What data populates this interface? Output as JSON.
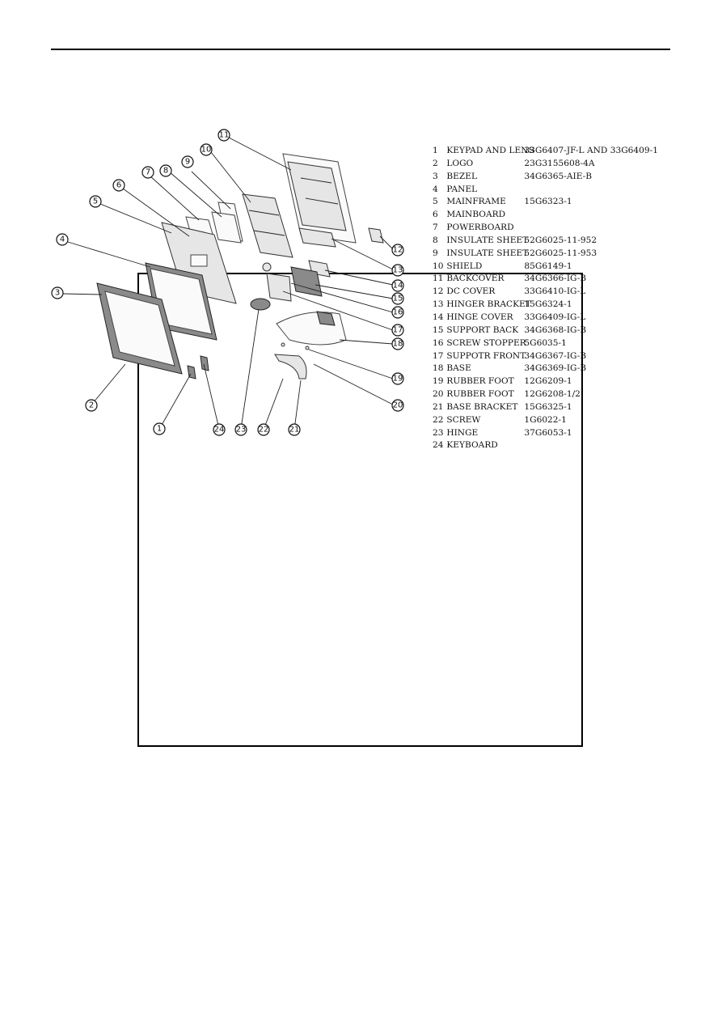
{
  "parts": [
    {
      "no": "1",
      "name": "KEYPAD AND LENS",
      "code": "33G6407-JF-L AND 33G6409-1"
    },
    {
      "no": "2",
      "name": "LOGO",
      "code": "23G3155608-4A"
    },
    {
      "no": "3",
      "name": "BEZEL",
      "code": "34G6365-AIE-B"
    },
    {
      "no": "4",
      "name": "PANEL",
      "code": ""
    },
    {
      "no": "5",
      "name": "MAINFRAME",
      "code": "15G6323-1"
    },
    {
      "no": "6",
      "name": "MAINBOARD",
      "code": ""
    },
    {
      "no": "7",
      "name": "POWERBOARD",
      "code": ""
    },
    {
      "no": "8",
      "name": "INSULATE SHEET",
      "code": "52G6025-11-952"
    },
    {
      "no": "9",
      "name": "INSULATE SHEET",
      "code": "52G6025-11-953"
    },
    {
      "no": "10",
      "name": "SHIELD",
      "code": "85G6149-1"
    },
    {
      "no": "11",
      "name": "BACKCOVER",
      "code": "34G6366-IG-B"
    },
    {
      "no": "12",
      "name": "DC COVER",
      "code": "33G6410-IG-L"
    },
    {
      "no": "13",
      "name": "HINGER BRACKET",
      "code": "15G6324-1"
    },
    {
      "no": "14",
      "name": "HINGE COVER",
      "code": "33G6409-IG-L"
    },
    {
      "no": "15",
      "name": "SUPPORT BACK",
      "code": "34G6368-IG-B"
    },
    {
      "no": "16",
      "name": "SCREW STOPPER",
      "code": "5G6035-1"
    },
    {
      "no": "17",
      "name": "SUPPOTR FRONT",
      "code": "34G6367-IG-B"
    },
    {
      "no": "18",
      "name": "BASE",
      "code": "34G6369-IG-B"
    },
    {
      "no": "19",
      "name": "RUBBER FOOT",
      "code": "12G6209-1"
    },
    {
      "no": "20",
      "name": "RUBBER  FOOT",
      "code": "12G6208-1/2"
    },
    {
      "no": "21",
      "name": "BASE BRACKET",
      "code": "15G6325-1"
    },
    {
      "no": "22",
      "name": "SCREW",
      "code": "1G6022-1"
    },
    {
      "no": "23",
      "name": "HINGE",
      "code": "37G6053-1"
    },
    {
      "no": "24",
      "name": "KEYBOARD",
      "code": ""
    }
  ],
  "callouts": [
    "1",
    "2",
    "3",
    "4",
    "5",
    "6",
    "7",
    "8",
    "9",
    "10",
    "11",
    "12",
    "13",
    "14",
    "15",
    "16",
    "17",
    "18",
    "19",
    "20",
    "21",
    "22",
    "23",
    "24"
  ]
}
